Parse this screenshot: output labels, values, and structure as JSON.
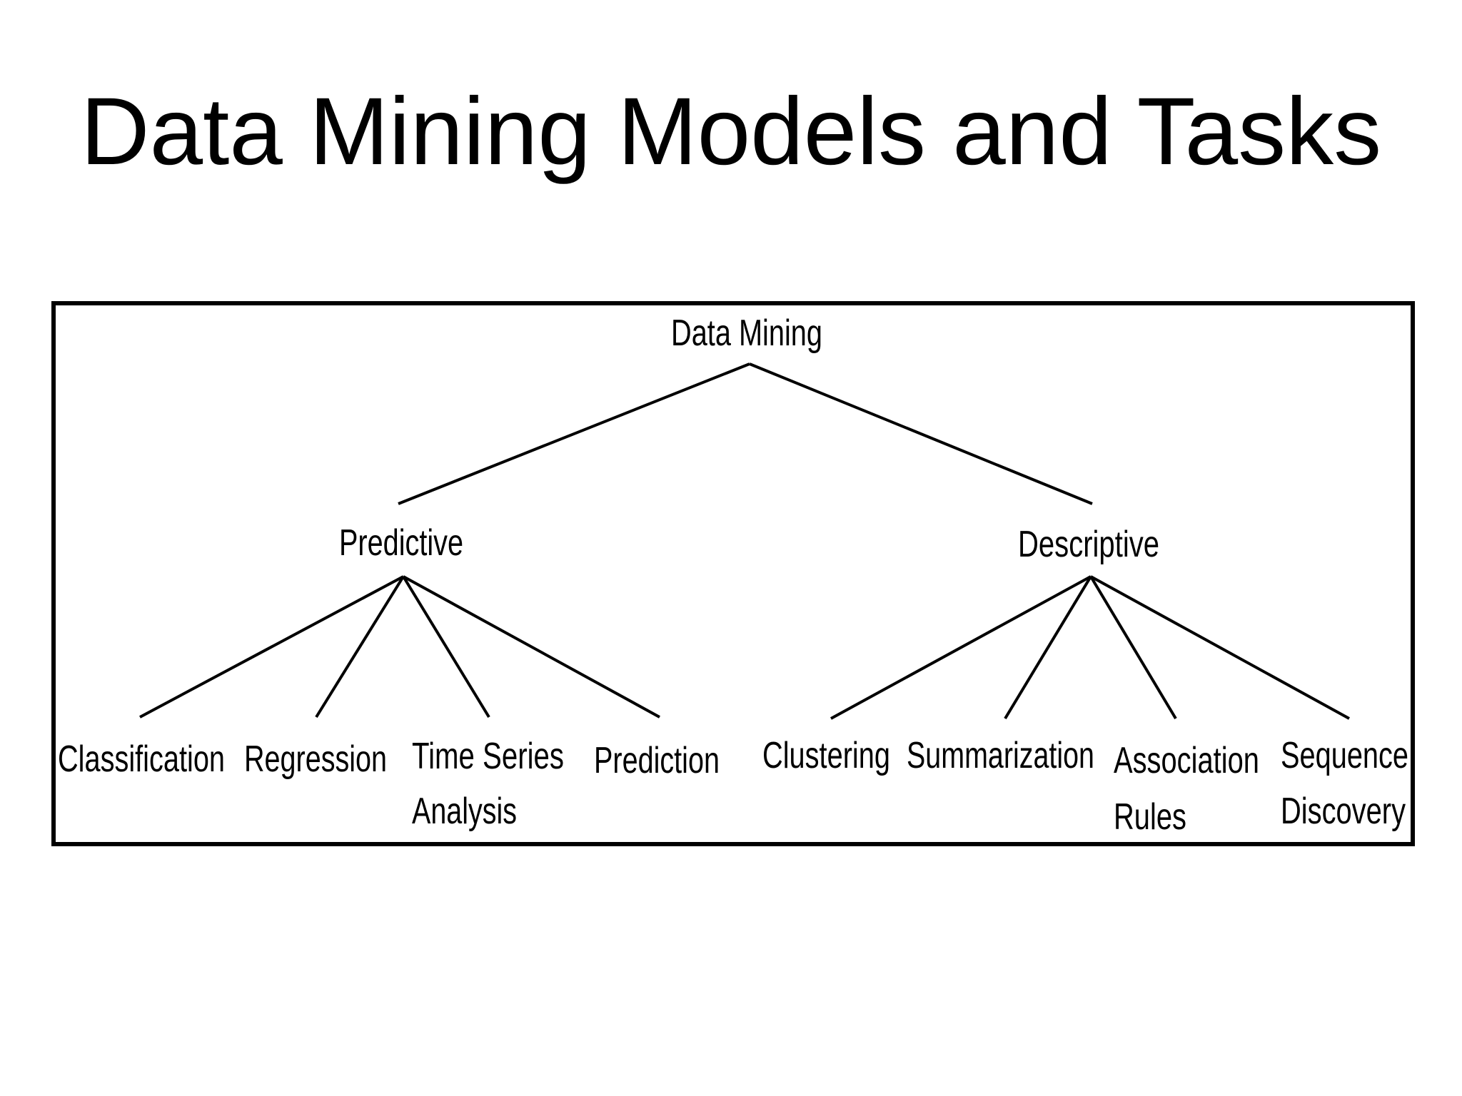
{
  "slide": {
    "title": "Data Mining Models and Tasks"
  },
  "tree": {
    "root": "Data Mining",
    "groups": [
      {
        "label": "Predictive",
        "children": [
          [
            "Classification"
          ],
          [
            "Regression"
          ],
          [
            "Time Series",
            "Analysis"
          ],
          [
            "Prediction"
          ]
        ]
      },
      {
        "label": "Descriptive",
        "children": [
          [
            "Clustering"
          ],
          [
            "Summarization"
          ],
          [
            "Association",
            "Rules"
          ],
          [
            "Sequence",
            "Discovery"
          ]
        ]
      }
    ]
  },
  "colors": {
    "line": "#000000",
    "text": "#000000",
    "background": "#ffffff"
  }
}
